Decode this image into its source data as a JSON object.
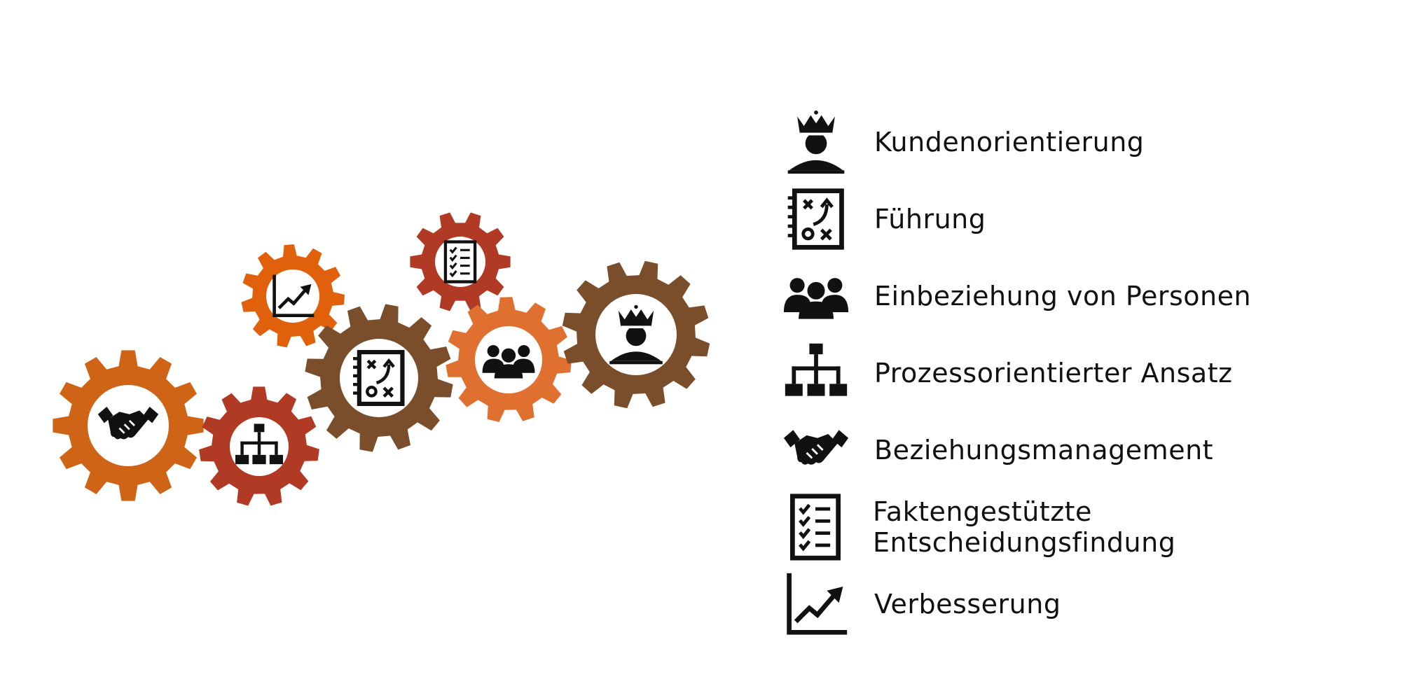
{
  "colors": {
    "orange": "#d9620f",
    "dark_orange": "#cf6416",
    "red": "#b13a24",
    "brown": "#7b4e2b",
    "light_orange": "#e07030",
    "icon": "#111111"
  },
  "gears": [
    {
      "icon": "handshake-icon",
      "color": "#cf6416"
    },
    {
      "icon": "hierarchy-icon",
      "color": "#b13a24"
    },
    {
      "icon": "chart-icon",
      "color": "#e0600b"
    },
    {
      "icon": "strategy-icon",
      "color": "#7b4e2b"
    },
    {
      "icon": "checklist-icon",
      "color": "#b13a24"
    },
    {
      "icon": "team-icon",
      "color": "#e07030"
    },
    {
      "icon": "customer-icon",
      "color": "#7b4e2b"
    }
  ],
  "legend": [
    {
      "icon": "customer-icon",
      "label": "Kundenorientierung"
    },
    {
      "icon": "strategy-icon",
      "label": "Führung"
    },
    {
      "icon": "team-icon",
      "label": "Einbeziehung von Personen"
    },
    {
      "icon": "hierarchy-icon",
      "label": "Prozessorientierter Ansatz"
    },
    {
      "icon": "handshake-icon",
      "label": "Beziehungsmanagement"
    },
    {
      "icon": "checklist-icon",
      "label": "Faktengestützte Entscheidungsfindung"
    },
    {
      "icon": "chart-icon",
      "label": "Verbesserung"
    }
  ]
}
